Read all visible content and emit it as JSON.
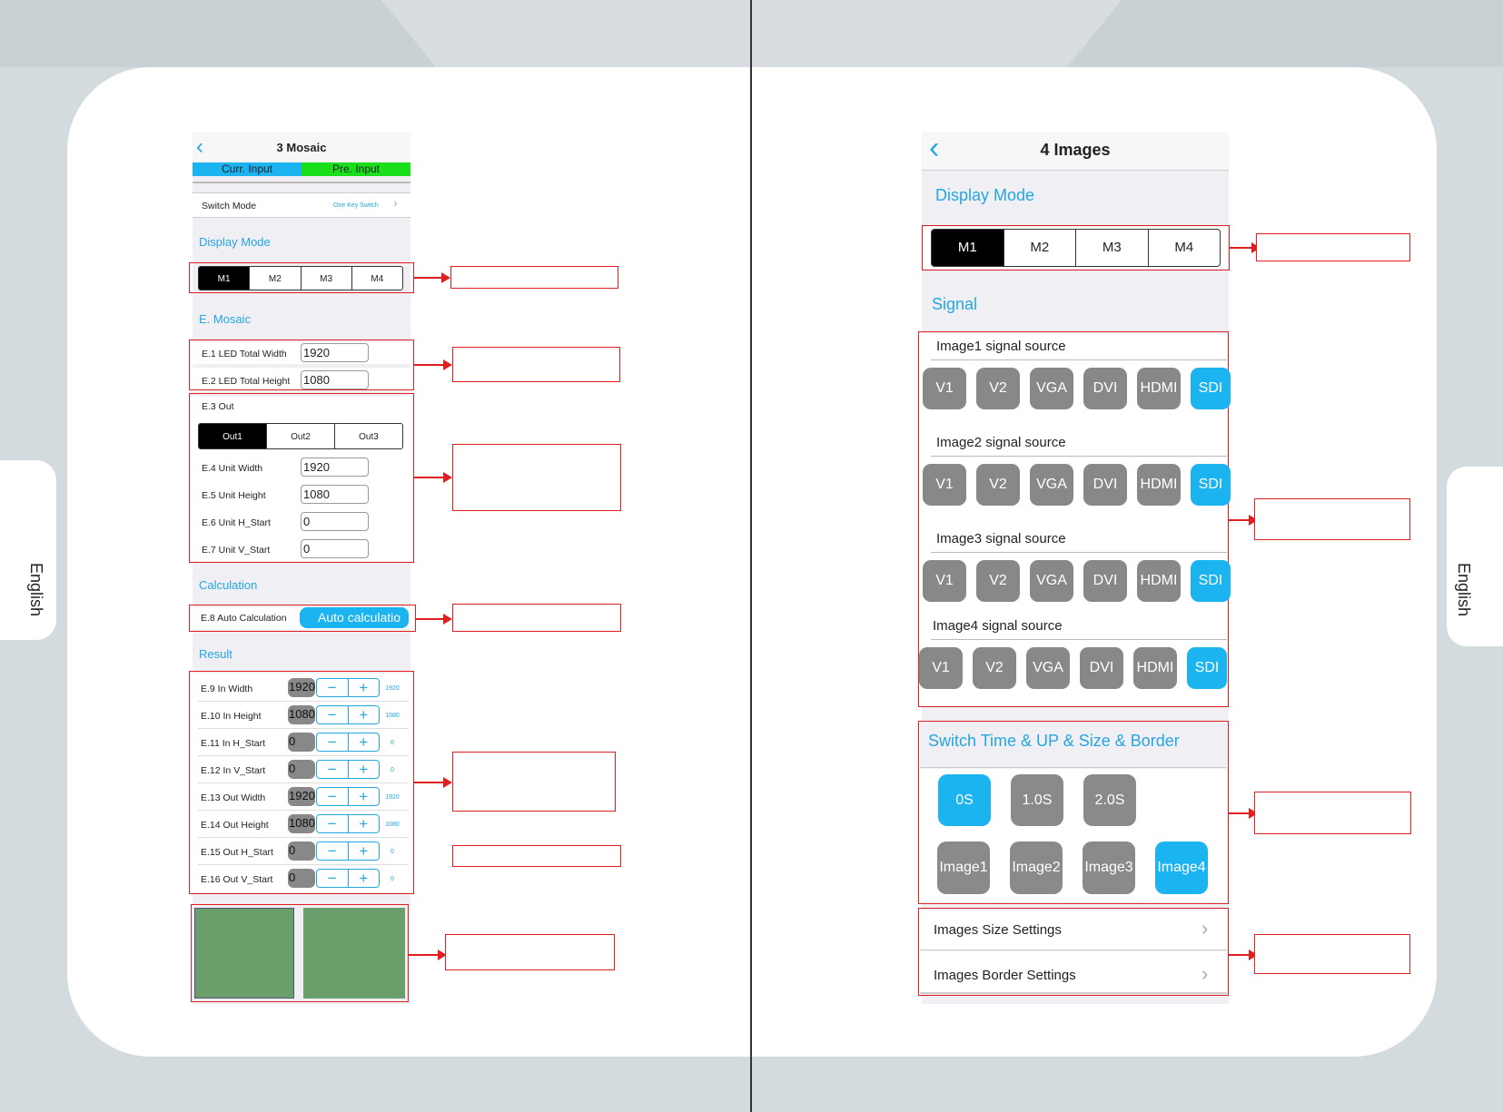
{
  "side_tabs": {
    "left": "English",
    "right": "English"
  },
  "left_screen": {
    "title": "3 Mosaic",
    "back_icon": "chevron-left-icon",
    "tabs": [
      "Curr. Input",
      "Pre. Input"
    ],
    "tab_colors": [
      "#1bb3f0",
      "#19e01b"
    ],
    "switch_mode": {
      "label": "Switch Mode",
      "value": "One Key Switch"
    },
    "display_mode": {
      "section": "Display Mode",
      "options": [
        "M1",
        "M2",
        "M3",
        "M4"
      ],
      "selected": "M1"
    },
    "e_mosaic": {
      "section": "E. Mosaic",
      "total_width": {
        "label": "E.1  LED Total Width",
        "value": "1920"
      },
      "total_height": {
        "label": "E.2  LED Total Height",
        "value": "1080"
      }
    },
    "out": {
      "label": "E.3  Out",
      "options": [
        "Out1",
        "Out2",
        "Out3"
      ],
      "selected": "Out1",
      "fields": [
        {
          "label": "E.4  Unit Width",
          "value": "1920"
        },
        {
          "label": "E.5  Unit Height",
          "value": "1080"
        },
        {
          "label": "E.6  Unit H_Start",
          "value": "0"
        },
        {
          "label": "E.7  Unit V_Start",
          "value": "0"
        }
      ]
    },
    "calculation": {
      "section": "Calculation",
      "label": "E.8  Auto Calculation",
      "button": "Auto calculatio"
    },
    "result": {
      "section": "Result",
      "rows": [
        {
          "label": "E.9  In Width",
          "value": "1920",
          "aux": "1920"
        },
        {
          "label": "E.10  In Height",
          "value": "1080",
          "aux": "1080"
        },
        {
          "label": "E.11  In H_Start",
          "value": "0",
          "aux": "0"
        },
        {
          "label": "E.12  In V_Start",
          "value": "0",
          "aux": "0"
        },
        {
          "label": "E.13  Out Width",
          "value": "1920",
          "aux": "1920"
        },
        {
          "label": "E.14  Out Height",
          "value": "1080",
          "aux": "1080"
        },
        {
          "label": "E.15  Out H_Start",
          "value": "0",
          "aux": "0"
        },
        {
          "label": "E.16  Out V_Start",
          "value": "0",
          "aux": "0"
        }
      ],
      "minus": "−",
      "plus": "+"
    },
    "preview_color": "#6a9e6a"
  },
  "right_screen": {
    "title": "4 Images",
    "back_icon": "chevron-left-icon",
    "display_mode": {
      "section": "Display Mode",
      "options": [
        "M1",
        "M2",
        "M3",
        "M4"
      ],
      "selected": "M1"
    },
    "signal": {
      "section": "Signal",
      "sources": [
        {
          "title": "Image1 signal source",
          "options": [
            "V1",
            "V2",
            "VGA",
            "DVI",
            "HDMI",
            "SDI"
          ],
          "selected": "SDI"
        },
        {
          "title": "Image2 signal source",
          "options": [
            "V1",
            "V2",
            "VGA",
            "DVI",
            "HDMI",
            "SDI"
          ],
          "selected": "SDI"
        },
        {
          "title": "Image3 signal source",
          "options": [
            "V1",
            "V2",
            "VGA",
            "DVI",
            "HDMI",
            "SDI"
          ],
          "selected": "SDI"
        },
        {
          "title": "Image4 signal source",
          "options": [
            "V1",
            "V2",
            "VGA",
            "DVI",
            "HDMI",
            "SDI"
          ],
          "selected": "SDI"
        }
      ]
    },
    "switch_time": {
      "section": "Switch Time & UP & Size & Border",
      "times": [
        "0S",
        "1.0S",
        "2.0S"
      ],
      "selected_time": "0S",
      "images": [
        "Image1",
        "Image2",
        "Image3",
        "Image4"
      ],
      "selected_image": "Image4"
    },
    "settings": [
      {
        "label": "Images Size Settings",
        "icon": "chevron-right-icon"
      },
      {
        "label": "Images Border Settings",
        "icon": "chevron-right-icon"
      }
    ]
  },
  "accent_colors": {
    "blue": "#1bb3f0",
    "green": "#19e01b",
    "red": "#e02020"
  }
}
